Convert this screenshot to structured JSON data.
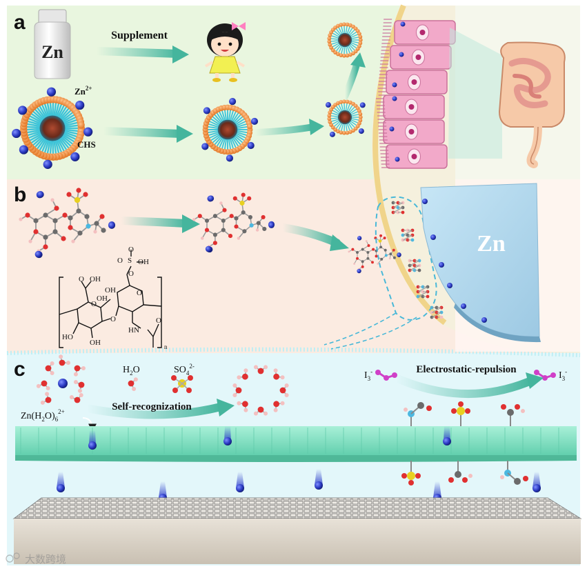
{
  "panel_a": {
    "letter": "a",
    "bottle_label": "Zn",
    "arrow_label": "Supplement",
    "ion_label": "Zn",
    "ion_charge": "2+",
    "particle_label": "CHS"
  },
  "panel_b": {
    "letter": "b",
    "slab_label": "Zn",
    "structure": {
      "sulfate_oh": "OH",
      "sulfate_s": "S",
      "sulfate_o1": "O",
      "sulfate_o2": "O",
      "sulfate_o3": "O",
      "carboxyl_o": "O",
      "carboxyl_oh": "OH",
      "ring1_o": "O",
      "ring2_o": "O",
      "oh_left": "OH",
      "oh_bottom1": "HO",
      "oh_bottom2": "OH",
      "linker_o": "O",
      "oh_mid": "OH",
      "amide_hn": "HN",
      "amide_o": "O",
      "subscript_n": "n"
    }
  },
  "panel_c": {
    "letter": "c",
    "h2o_label": "H",
    "h2o_sub": "2",
    "h2o_end": "O",
    "so4_label": "SO",
    "so4_sub": "4",
    "so4_charge": "2-",
    "recog_label": "Self-recognization",
    "znh2o_pre": "Zn(H",
    "znh2o_sub1": "2",
    "znh2o_mid": "O)",
    "znh2o_sub2": "6",
    "znh2o_charge": "2+",
    "repulsion_label": "Electrostatic-repulsion",
    "i3_left": "I",
    "i3_left_sub": "3",
    "i3_left_charge": "-",
    "i3_right": "I",
    "i3_right_sub": "3",
    "i3_right_charge": "-"
  },
  "watermark": "大数跨境",
  "colors": {
    "panel_a_bg": "#e8f6dc",
    "panel_b_bg": "#fbeadf",
    "panel_c_bg": "#e6f9fb",
    "arrow": "#5cc2ae",
    "zn_ion": "#3344cc",
    "shell": "#f08a3c",
    "membrane": "#7fe0bf",
    "cell": "#f0a8c8",
    "zn_slab": "#b7dbef",
    "oxygen": "#e03030",
    "hydrogen": "#f0b8b8",
    "sulfur": "#e8d020",
    "iodine": "#d040c8"
  }
}
